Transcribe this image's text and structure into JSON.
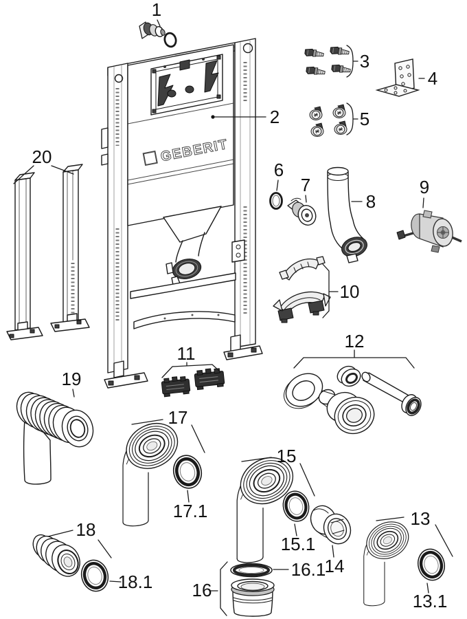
{
  "diagram": {
    "brand_logo": "GEBERIT",
    "colors": {
      "background": "#ffffff",
      "line": "#1a1a1a",
      "dark_part": "#3f3f3f"
    },
    "callouts": {
      "c1": "1",
      "c2": "2",
      "c3": "3",
      "c4": "4",
      "c5": "5",
      "c6": "6",
      "c7": "7",
      "c8": "8",
      "c9": "9",
      "c10": "10",
      "c11": "11",
      "c12": "12",
      "c13": "13",
      "c13_1": "13.1",
      "c14": "14",
      "c15": "15",
      "c15_1": "15.1",
      "c16": "16",
      "c16_1": "16.1",
      "c17": "17",
      "c17_1": "17.1",
      "c18": "18",
      "c18_1": "18.1",
      "c19": "19",
      "c20": "20"
    }
  }
}
